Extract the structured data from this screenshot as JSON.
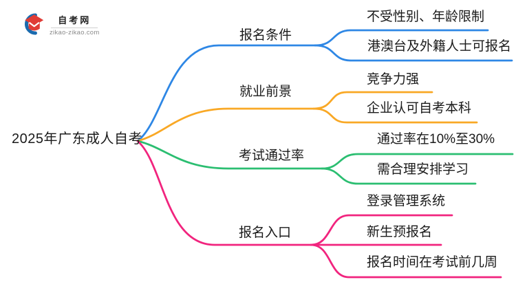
{
  "logo": {
    "site_name": "自考网",
    "site_url": "zikao-zikao.com"
  },
  "mindmap": {
    "root": "2025年广东成人自考",
    "branches": [
      {
        "label": "报名条件",
        "color": "#2E87E5",
        "leaves": [
          "不受性别、年龄限制",
          "港澳台及外籍人士可报名"
        ]
      },
      {
        "label": "就业前景",
        "color": "#F9A825",
        "leaves": [
          "竞争力强",
          "企业认可自考本科"
        ]
      },
      {
        "label": "考试通过率",
        "color": "#2BBE71",
        "leaves": [
          "通过率在10%至30%",
          "需合理安排学习"
        ]
      },
      {
        "label": "报名入口",
        "color": "#F1247E",
        "leaves": [
          "登录管理系统",
          "新生预报名",
          "报名时间在考试前几周"
        ]
      }
    ]
  },
  "colors": {
    "branch_blue": "#2E87E5",
    "branch_orange": "#F9A825",
    "branch_green": "#2BBE71",
    "branch_pink": "#F1247E",
    "text": "#1a1a1a",
    "logo_red": "#E03C36",
    "logo_blue": "#1A6AAE"
  }
}
